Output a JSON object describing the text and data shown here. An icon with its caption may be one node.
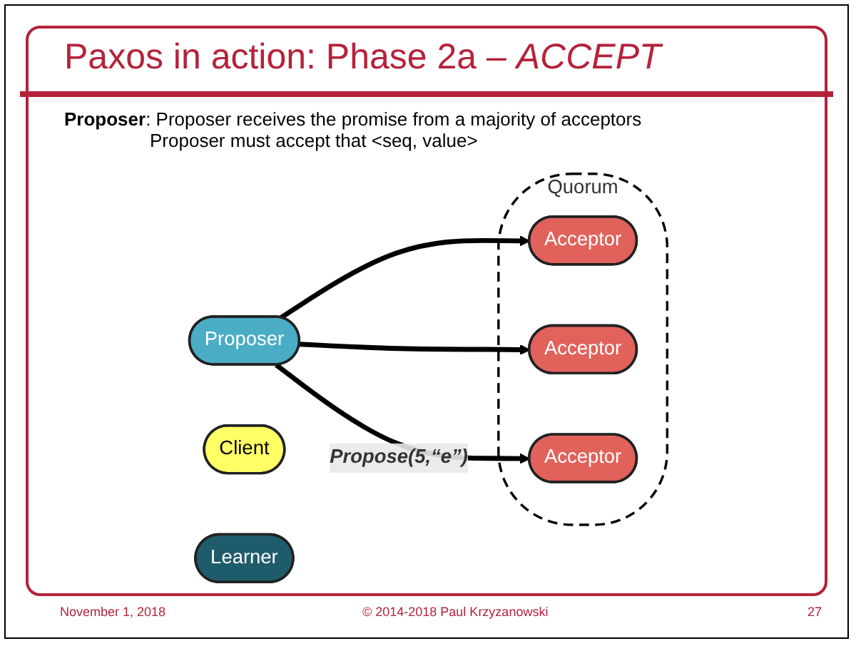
{
  "diagram": {
    "title": "Paxos in action: Phase 2a – *ACCEPT*",
    "nodes": [
      {
        "text": [
          "Proposer"
        ]
      },
      {
        "text": [
          "Quorum"
        ]
      },
      {
        "text": [
          "Acceptor"
        ],
        "in": 1
      },
      {
        "text": [
          "Acceptor"
        ],
        "in": 1
      },
      {
        "text": [
          "Acceptor"
        ],
        "in": 1
      },
      {
        "text": [
          "Client"
        ]
      },
      {
        "text": [
          "Learner"
        ]
      }
    ],
    "edges": [
      {
        "from": 0,
        "to": 2,
        "arrow": "to"
      },
      {
        "from": 0,
        "to": 3,
        "arrow": "to"
      },
      {
        "from": 0,
        "to": 4,
        "arrow": "to",
        "label": "Propose(5,“e”)"
      }
    ],
    "labels": [
      "**Proposer**: Proposer receives the promise from a majority of acceptors",
      "Proposer must accept that <seq, value>",
      "November 1, 2018",
      "© 2014-2018 Paul Krzyzanowski",
      "27"
    ]
  }
}
